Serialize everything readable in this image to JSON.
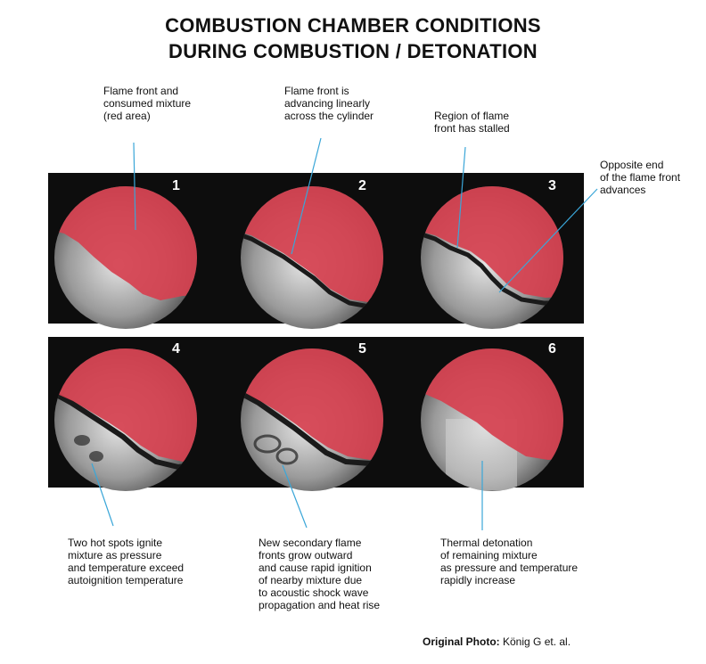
{
  "title": {
    "line1": "COMBUSTION CHAMBER CONDITIONS",
    "line2": "DURING COMBUSTION / DETONATION"
  },
  "frames": [
    "1",
    "2",
    "3",
    "4",
    "5",
    "6"
  ],
  "callouts": {
    "c1": "Flame front and\nconsumed mixture\n(red area)",
    "c2": "Flame front is\nadvancing linearly\nacross the cylinder",
    "c3": "Region of flame\nfront has stalled",
    "c4": "Opposite end\nof the flame front\nadvances",
    "c5": "Two hot spots ignite\nmixture as pressure\nand temperature exceed\nautoignition temperature",
    "c6": "New secondary flame\nfronts grow outward\nand cause rapid ignition\nof nearby mixture due\nto acoustic shock wave\npropagation and heat rise",
    "c7": "Thermal detonation\nof remaining mixture\nas pressure and temperature\nrapidly increase"
  },
  "credit": {
    "label": "Original Photo:",
    "text": " König G et. al."
  },
  "colors": {
    "flame": "#d6404f",
    "line": "#3aa6d8",
    "strip": "#0d0d0d"
  }
}
